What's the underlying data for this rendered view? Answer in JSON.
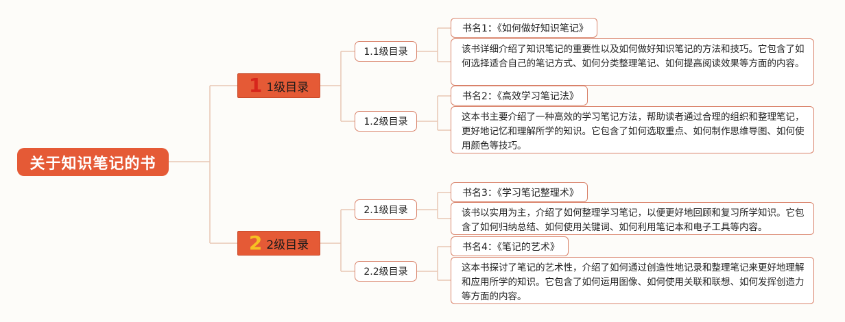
{
  "root": {
    "label": "关于知识笔记的书"
  },
  "level1": [
    {
      "num": "1",
      "label": "1级目录",
      "num_color": "#d7261c"
    },
    {
      "num": "2",
      "label": "2级目录",
      "num_color": "#f6c023"
    }
  ],
  "level2": [
    {
      "label": "1.1级目录"
    },
    {
      "label": "1.2级目录"
    },
    {
      "label": "2.1级目录"
    },
    {
      "label": "2.2级目录"
    }
  ],
  "books": [
    {
      "title": "书名1：《如何做好知识笔记》",
      "desc": "该书详细介绍了知识笔记的重要性以及如何做好知识笔记的方法和技巧。它包含了如何选择适合自己的笔记方式、如何分类整理笔记、如何提高阅读效果等方面的内容。"
    },
    {
      "title": "书名2：《高效学习笔记法》",
      "desc": "这本书主要介绍了一种高效的学习笔记方法，帮助读者通过合理的组织和整理笔记，更好地记忆和理解所学的知识。它包含了如何选取重点、如何制作思维导图、如何使用颜色等技巧。"
    },
    {
      "title": "书名3：《学习笔记整理术》",
      "desc": "该书以实用为主，介绍了如何整理学习笔记，以便更好地回顾和复习所学知识。它包含了如何归纳总结、如何使用关键词、如何利用笔记本和电子工具等内容。"
    },
    {
      "title": "书名4：《笔记的艺术》",
      "desc": "这本书探讨了笔记的艺术性，介绍了如何通过创造性地记录和整理笔记来更好地理解和应用所学的知识。它包含了如何运用图像、如何使用关联和联想、如何发挥创造力等方面的内容。"
    }
  ],
  "colors": {
    "accent": "#e55a36",
    "connector": "#e8c7b4",
    "box_border": "#d9826a",
    "background": "#fdfcf9"
  }
}
